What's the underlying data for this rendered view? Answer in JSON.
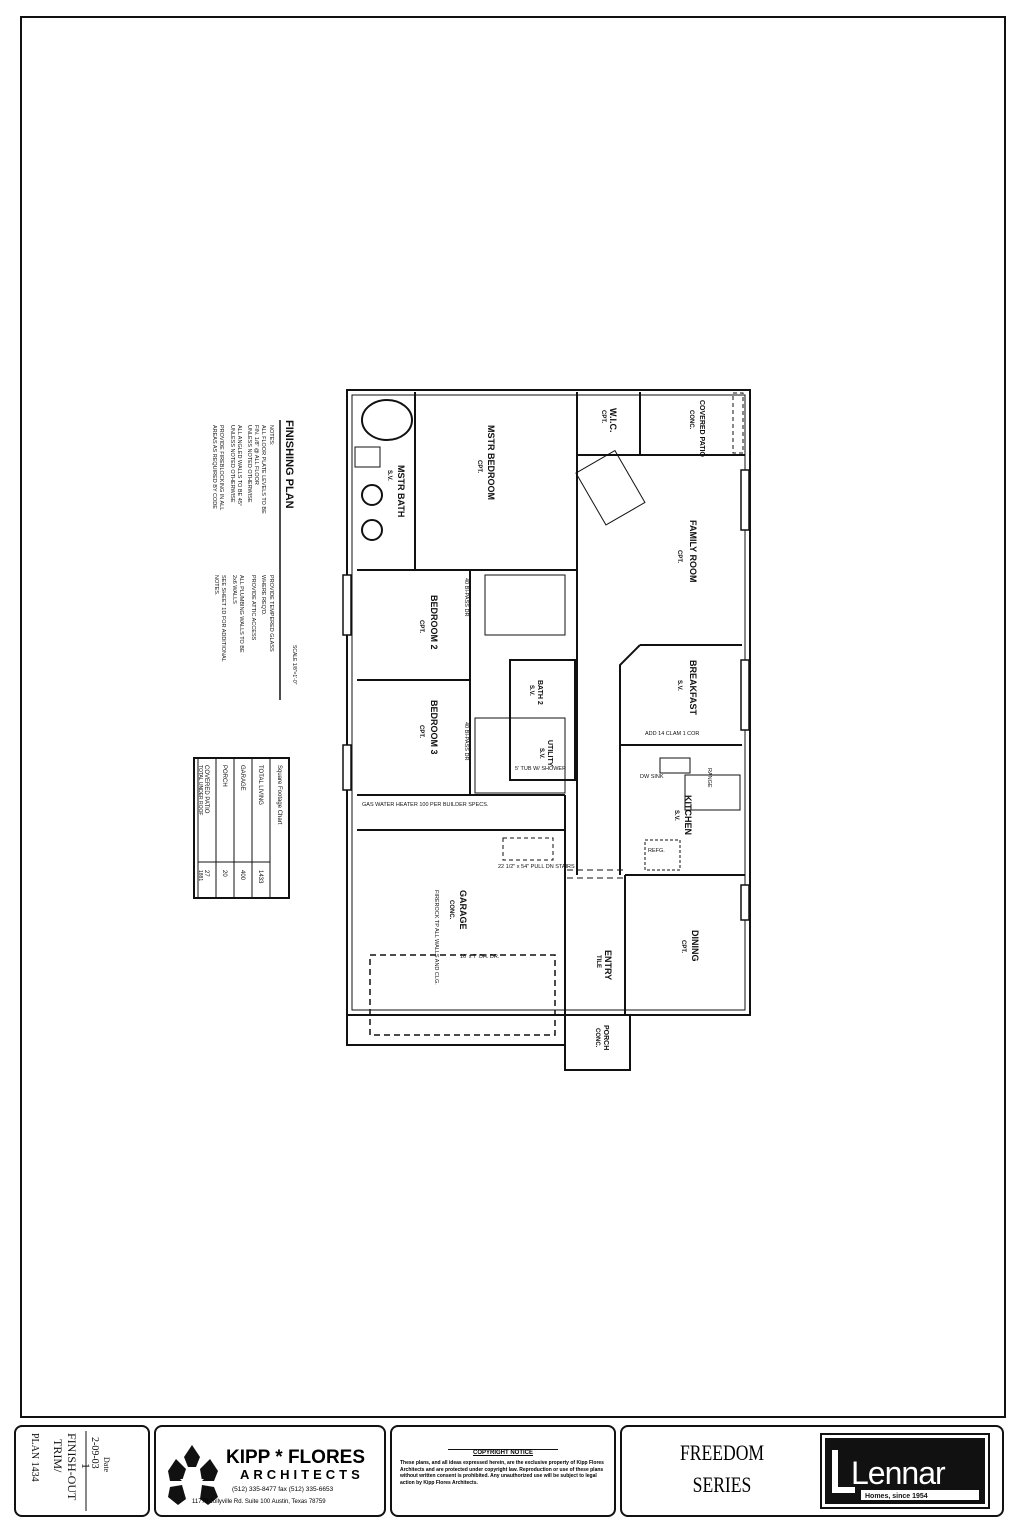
{
  "plan": {
    "title": "FINISHING PLAN",
    "scale": "SCALE 1/8\"=1'-0\"",
    "notes_left": [
      "NOTES:",
      "ALL FLOOR PLATE LEVELS TO BE",
      "FIN. 1/8\" @ ALL FLOOR",
      "UNLESS NOTED OTHERWISE",
      "ALL ANGLED WALLS TO BE 45°",
      "UNLESS NOTED OTHERWISE",
      "PROVIDE FIREBLOCKING IN ALL",
      "AREAS AS REQUIRED BY CODE"
    ],
    "notes_right": [
      "PROVIDE TEMPERED GLASS",
      "WHERE REQ'D.",
      "PROVIDE ATTIC ACCESS",
      "ALL PLUMBING WALLS TO BE",
      "2x6 WALLS",
      "SEE SHEET 1D FOR ADDITIONAL",
      "NOTES."
    ],
    "rooms": [
      {
        "name": "MSTR BEDROOM",
        "finish": "CPT."
      },
      {
        "name": "MSTR BATH",
        "finish": "S.V."
      },
      {
        "name": "W.I.C.",
        "finish": "CPT."
      },
      {
        "name": "COVERED PATIO",
        "finish": "CONC."
      },
      {
        "name": "FAMILY ROOM",
        "finish": "CPT."
      },
      {
        "name": "BEDROOM 2",
        "finish": "CPT."
      },
      {
        "name": "BEDROOM 3",
        "finish": "CPT."
      },
      {
        "name": "BREAKFAST",
        "finish": "S.V."
      },
      {
        "name": "KITCHEN",
        "finish": "S.V."
      },
      {
        "name": "UTILITY",
        "finish": "S.V."
      },
      {
        "name": "BATH 2",
        "finish": "S.V."
      },
      {
        "name": "GARAGE",
        "finish": "CONC."
      },
      {
        "name": "DINING",
        "finish": "CPT."
      },
      {
        "name": "ENTRY",
        "finish": "TILE"
      },
      {
        "name": "PORCH",
        "finish": "CONC."
      }
    ],
    "annotations": {
      "garage_door": "16' x 7' OH. DR.",
      "attic_stairs": "22 1/2\" x 54\" PULL DN STAIRS",
      "garage_note": "FIREROCK TP ALL WALLS AND CLG.",
      "water_heater": "GAS WATER HEATER 100 PER BUILDER SPECS.",
      "shower": "5' TUB W/ SHOWER",
      "closet_1": "40 BI-PASS DR",
      "closet_2": "40 BI-PASS DR",
      "dishwasher": "DW  SINK",
      "refrigerator": "REFG.",
      "range": "RANGE",
      "bar": "ADD 14 CLAM 1 COR"
    }
  },
  "square_footage": {
    "title": "Square Footage Chart",
    "rows": [
      {
        "label": "TOTAL LIVING",
        "value": "1433"
      },
      {
        "label": "GARAGE",
        "value": "400"
      },
      {
        "label": "PORCH",
        "value": "20"
      },
      {
        "label": "COVERED PATIO",
        "value": "27"
      },
      {
        "label": "TOTAL UNDER ROOF",
        "value": "1881"
      }
    ]
  },
  "title_block": {
    "sheet": {
      "line1": "TRIM/",
      "line2": "FINISH-OUT",
      "sheet_no": "1",
      "date_label": "Date",
      "date": "2-09-03",
      "plan": "PLAN 1434"
    },
    "architect": {
      "name": "KIPP * FLORES",
      "sub": "ARCHITECTS",
      "phone": "(512) 335-8477    fax (512) 335-6653",
      "address": "11770 Jollyville Rd. Suite 100 Austin, Texas 78759"
    },
    "copyright": {
      "title": "COPYRIGHT NOTICE",
      "body": "These plans, and all ideas expressed herein, are the exclusive property of Kipp Flores Architects and are protected under copyright law. Reproduction or use of these plans without written consent is prohibited. Any unauthorized use will be subject to legal action by Kipp Flores Architects."
    },
    "series": {
      "line1": "FREEDOM",
      "line2": "SERIES"
    },
    "builder_logo": {
      "text": "Lennar",
      "sub": "Homes, since 1954"
    }
  }
}
